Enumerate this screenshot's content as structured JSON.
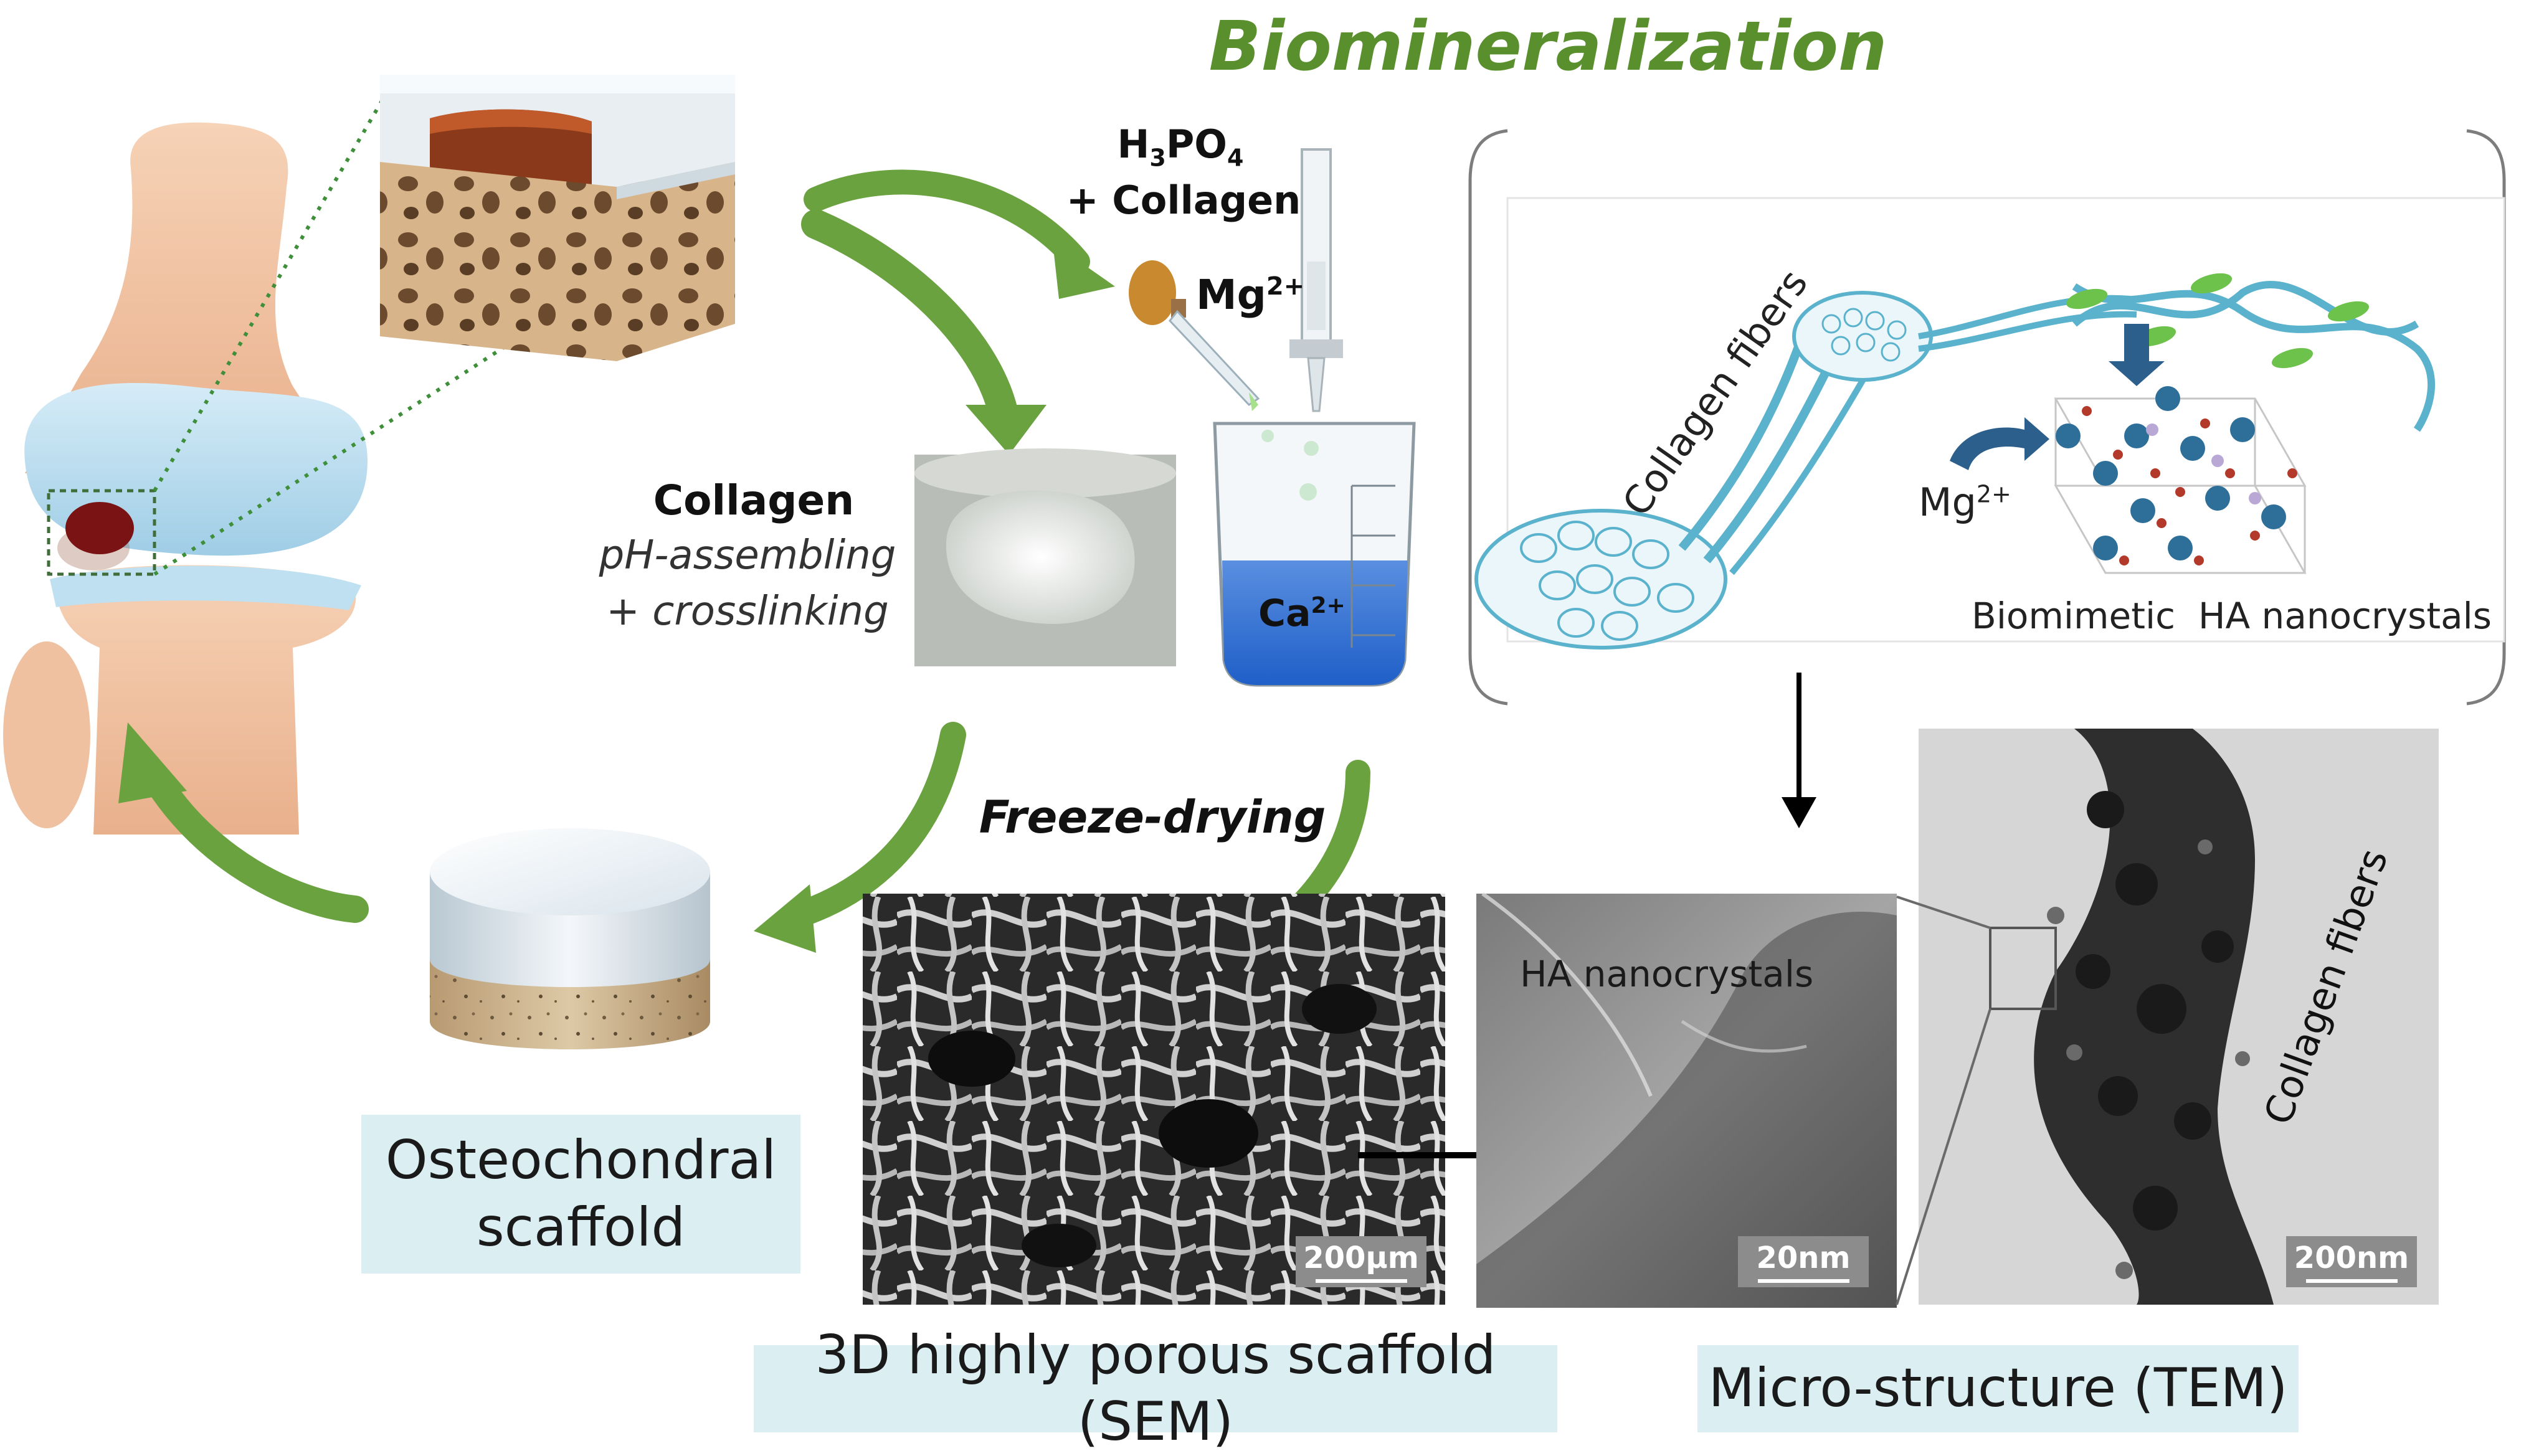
{
  "title": "Biomineralization",
  "reagents": {
    "acid_prefix": "H",
    "acid_sub1": "3",
    "acid_mid": "PO",
    "acid_sub2": "4",
    "acid_line2": "+ Collagen",
    "mg_base": "Mg",
    "mg_sup": "2+",
    "ca_base": "Ca",
    "ca_sup": "2+"
  },
  "collagen_step": {
    "title": "Collagen",
    "line1": "pH-assembling",
    "line2": "+ crosslinking"
  },
  "freeze_drying": "Freeze-drying",
  "schematic": {
    "fiber_label": "Collagen fibers",
    "mg_base": "Mg",
    "mg_sup": "2+",
    "nano_label": "Biomimetic  HA nanocrystals"
  },
  "tem": {
    "ha_label": "HA nanocrystals",
    "fiber_label": "Collagen fibers"
  },
  "scale_bars": {
    "sem": "200µm",
    "tem_hr": "20nm",
    "tem_low": "200nm"
  },
  "captions": {
    "scaffold_line1": "Osteochondral",
    "scaffold_line2": "scaffold",
    "sem": "3D highly porous scaffold (SEM)",
    "tem": "Micro-structure (TEM)"
  },
  "colors": {
    "arrow_green": "#6aa23f",
    "title_green": "#5a8f2e",
    "collagen_blue": "#5ab2cc",
    "caption_bg": "#dbeef2"
  }
}
